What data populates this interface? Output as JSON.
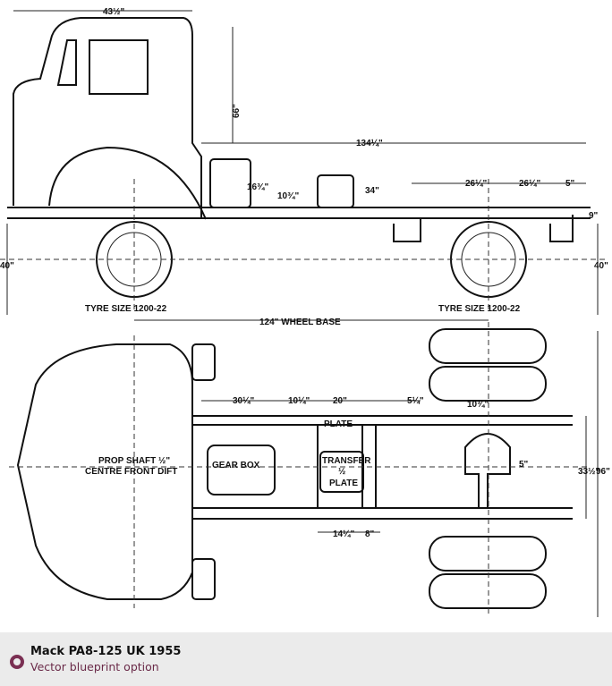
{
  "caption": {
    "title": "Mack PA8-125 UK 1955",
    "subtitle": "Vector blueprint option",
    "icon": "circle-bullet-icon",
    "accent_color": "#7a2f52"
  },
  "drawing": {
    "side_view": {
      "dims": {
        "cab_length": "43½\"",
        "cab_height": "66\"",
        "overall": "134¼\"",
        "rear_a": "26¼\"",
        "rear_b": "26¼\"",
        "overhang": "5\"",
        "frame_height": "9\"",
        "height_front": "40\"",
        "height_rear": "40\"",
        "tank": "16¾\"",
        "shaft": "10¾\"",
        "box": "34\""
      },
      "tyre_front": "TYRE SIZE 1200-22",
      "tyre_rear": "TYRE SIZE 1200-22",
      "wheel_base": "124\" WHEEL BASE"
    },
    "top_view": {
      "dims": {
        "d1": "30¼\"",
        "d2": "10¼\"",
        "d3": "20\"",
        "d4": "5¼\"",
        "d5": "10¾\"",
        "d6": "14¼\"",
        "d7": "8\"",
        "frame_width": "33½\"",
        "overall_width": "96\"",
        "axle_offset": "5\""
      },
      "plate": "PLATE",
      "gear_box": "GEAR BOX",
      "transfer_1": "TRANSFER",
      "transfer_2": "½",
      "transfer_3": "PLATE",
      "prop_shaft": "PROP SHAFT ½\"",
      "centre_front": "CENTRE FRONT DIFT"
    }
  }
}
